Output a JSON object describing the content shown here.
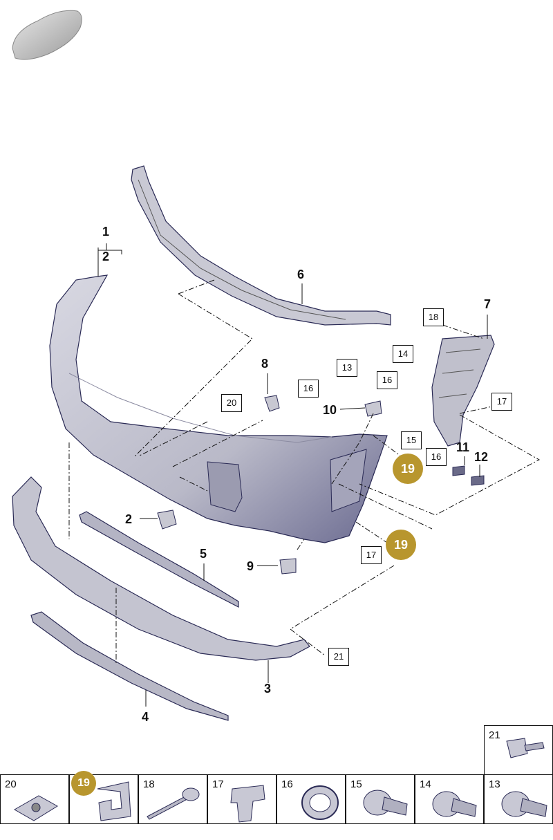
{
  "callouts": {
    "n1": "1",
    "n2a": "2",
    "n2b": "2",
    "n3": "3",
    "n4": "4",
    "n5": "5",
    "n6": "6",
    "n7": "7",
    "n8": "8",
    "n9": "9",
    "n10": "10",
    "n11": "11",
    "n12": "12"
  },
  "boxes": {
    "b13": "13",
    "b14": "14",
    "b15": "15",
    "b16a": "16",
    "b16b": "16",
    "b16c": "16",
    "b17a": "17",
    "b17b": "17",
    "b18": "18",
    "b20": "20",
    "b21": "21"
  },
  "badges": {
    "g19a": "19",
    "g19b": "19"
  },
  "legend": {
    "top": {
      "label": "21"
    },
    "cells": [
      {
        "label": "20"
      },
      {
        "label": "19"
      },
      {
        "label": "18"
      },
      {
        "label": "17"
      },
      {
        "label": "16"
      },
      {
        "label": "15"
      },
      {
        "label": "14"
      },
      {
        "label": "13"
      }
    ]
  },
  "colors": {
    "badge": "#b8962e",
    "part_fill": "#c9c9d4",
    "part_edge": "#2a2a55"
  }
}
